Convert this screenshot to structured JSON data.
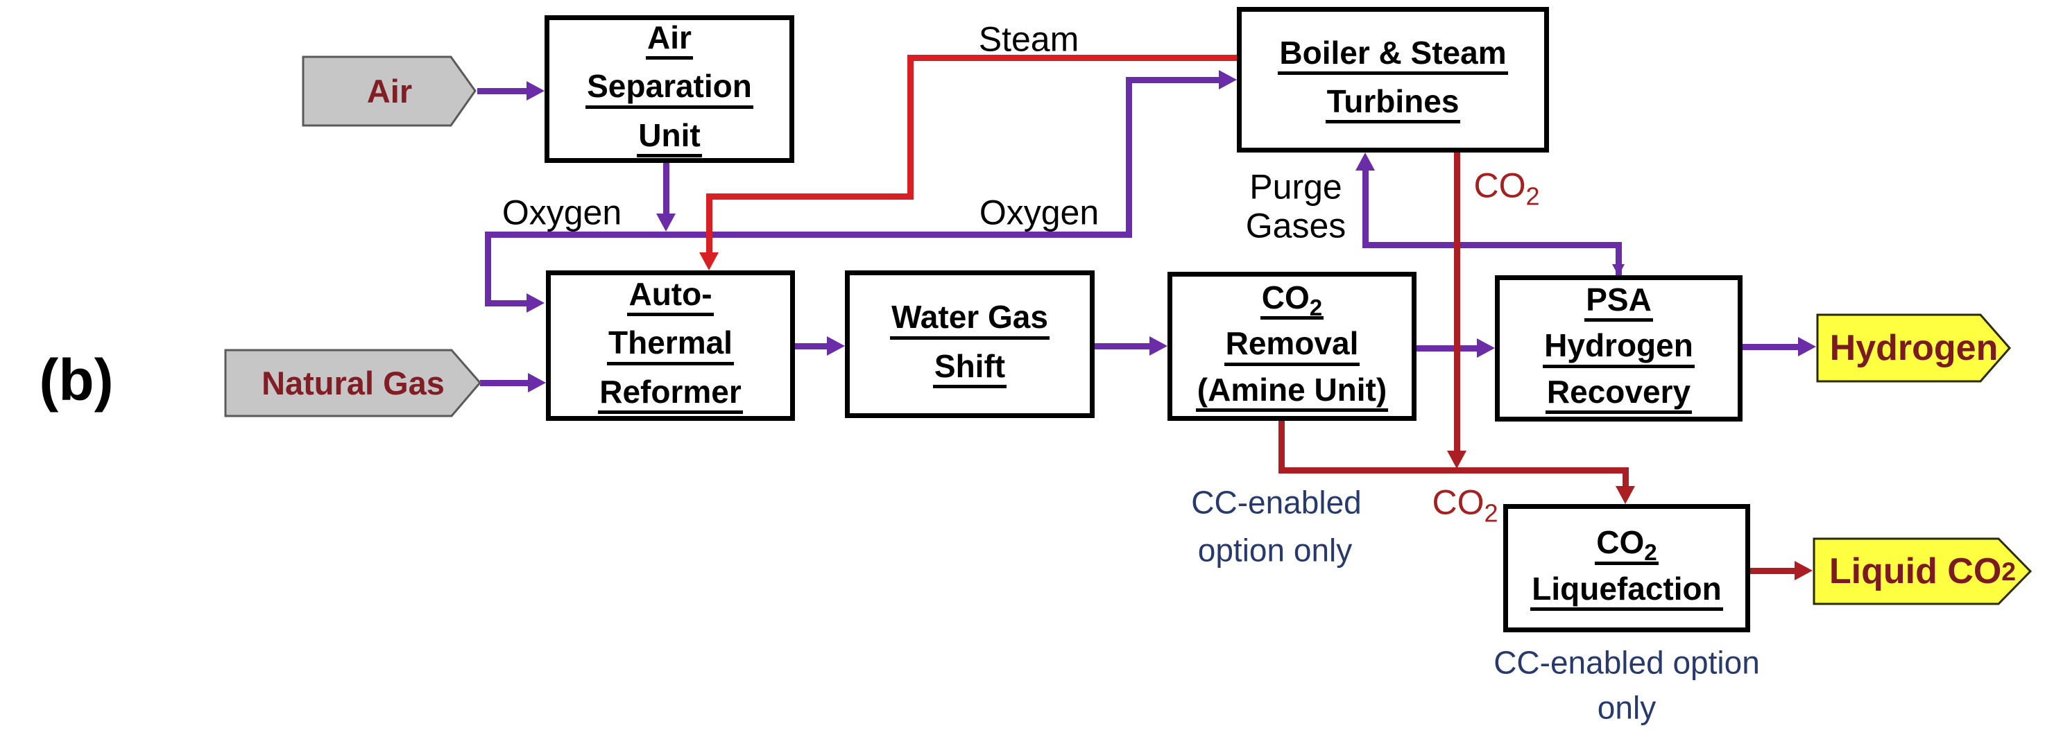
{
  "figure_label": "(b)",
  "colors": {
    "purple_stream": "#6B2CA8",
    "steam_red": "#D71F24",
    "co2_dark_red": "#AB1F24",
    "co2_label_red": "#A52121",
    "note_navy": "#283A6B",
    "input_flag_fill": "#C6C6C6",
    "output_flag_fill": "#FFFF42",
    "flag_text_maroon": "#7C1A22",
    "box_border": "#000000"
  },
  "inputs": {
    "air": {
      "label": "Air"
    },
    "natural_gas": {
      "label": "Natural Gas"
    }
  },
  "outputs": {
    "hydrogen": {
      "label": "Hydrogen"
    },
    "liquid_co2": {
      "base": "Liquid CO",
      "sub": "2"
    }
  },
  "boxes": {
    "asu": {
      "lines": [
        {
          "base": "Air"
        },
        {
          "base": "Separation"
        },
        {
          "base": "Unit"
        }
      ]
    },
    "boiler": {
      "lines": [
        {
          "base": "Boiler & Steam"
        },
        {
          "base": "Turbines"
        }
      ]
    },
    "atr": {
      "lines": [
        {
          "base": "Auto-"
        },
        {
          "base": "Thermal"
        },
        {
          "base": "Reformer"
        }
      ]
    },
    "wgs": {
      "lines": [
        {
          "base": "Water Gas"
        },
        {
          "base": "Shift"
        }
      ]
    },
    "co2_removal": {
      "lines": [
        {
          "base": "CO",
          "sub": "2"
        },
        {
          "base": "Removal"
        },
        {
          "base": "(Amine Unit)"
        }
      ]
    },
    "psa": {
      "lines": [
        {
          "base": "PSA"
        },
        {
          "base": "Hydrogen"
        },
        {
          "base": "Recovery"
        }
      ]
    },
    "co2_liquefaction": {
      "lines": [
        {
          "base": "CO",
          "sub": "2"
        },
        {
          "base": "Liquefaction"
        }
      ]
    }
  },
  "stream_labels": {
    "steam": "Steam",
    "oxygen_left": "Oxygen",
    "oxygen_right": "Oxygen",
    "purge_gases": {
      "line1": "Purge",
      "line2": "Gases"
    },
    "co2_top": {
      "base": "CO",
      "sub": "2"
    },
    "co2_bottom": {
      "base": "CO",
      "sub": "2"
    }
  },
  "notes": {
    "cc_note_left": {
      "line1": "CC-enabled",
      "line2": "option only"
    },
    "cc_note_right": {
      "line1": "CC-enabled option",
      "line2": "only"
    }
  }
}
